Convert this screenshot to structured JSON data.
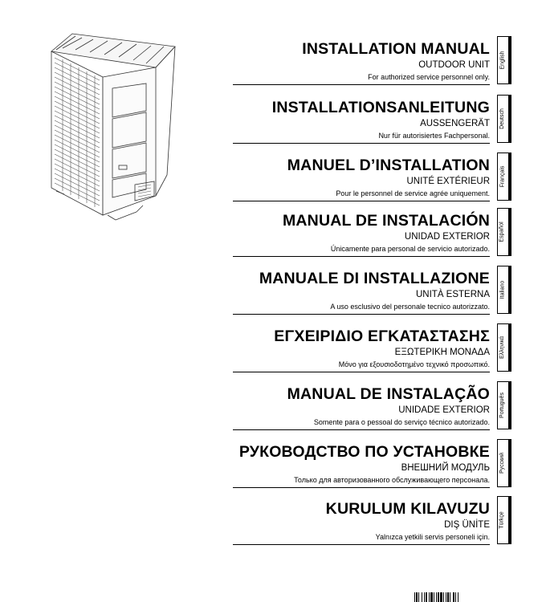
{
  "languages": [
    {
      "title": "INSTALLATION MANUAL",
      "subtitle": "OUTDOOR UNIT",
      "note": "For authorized service personnel only.",
      "tab": "English"
    },
    {
      "title": "INSTALLATIONSANLEITUNG",
      "subtitle": "AUSSENGERÄT",
      "note": "Nur für autorisiertes Fachpersonal.",
      "tab": "Deutsch"
    },
    {
      "title": "MANUEL D’INSTALLATION",
      "subtitle": "UNITÉ EXTÉRIEUR",
      "note": "Pour le personnel de service agrée uniquement.",
      "tab": "Français"
    },
    {
      "title": "MANUAL DE INSTALACIÓN",
      "subtitle": "UNIDAD EXTERIOR",
      "note": "Únicamente para personal de servicio autorizado.",
      "tab": "Español"
    },
    {
      "title": "MANUALE DI INSTALLAZIONE",
      "subtitle": "UNITÀ ESTERNA",
      "note": "A uso esclusivo del personale tecnico autorizzato.",
      "tab": "Italiano"
    },
    {
      "title": "ΕΓΧΕΙΡΙΔΙΟ ΕΓΚΑΤΑΣΤΑΣΗΣ",
      "subtitle": "ΕΞΩΤΕΡΙΚΗ ΜΟΝΑΔΑ",
      "note": "Μόνο για εξουσιοδοτημένο τεχνικό προσωπικό.",
      "tab": "Ελληνικά"
    },
    {
      "title": "MANUAL DE INSTALAÇÃO",
      "subtitle": "UNIDADE EXTERIOR",
      "note": "Somente para o pessoal do serviço técnico autorizado.",
      "tab": "Português"
    },
    {
      "title": "РУКОВОДСТВО ПО УСТАНОВКЕ",
      "subtitle": "ВНЕШНИЙ МОДУЛЬ",
      "note": "Только для авторизованного обслуживающего персонала.",
      "tab": "Русский"
    },
    {
      "title": "KURULUM KILAVUZU",
      "subtitle": "DIŞ ÜNİTE",
      "note": "Yalnızca yetkili servis personeli için.",
      "tab": "Türkçe"
    }
  ]
}
